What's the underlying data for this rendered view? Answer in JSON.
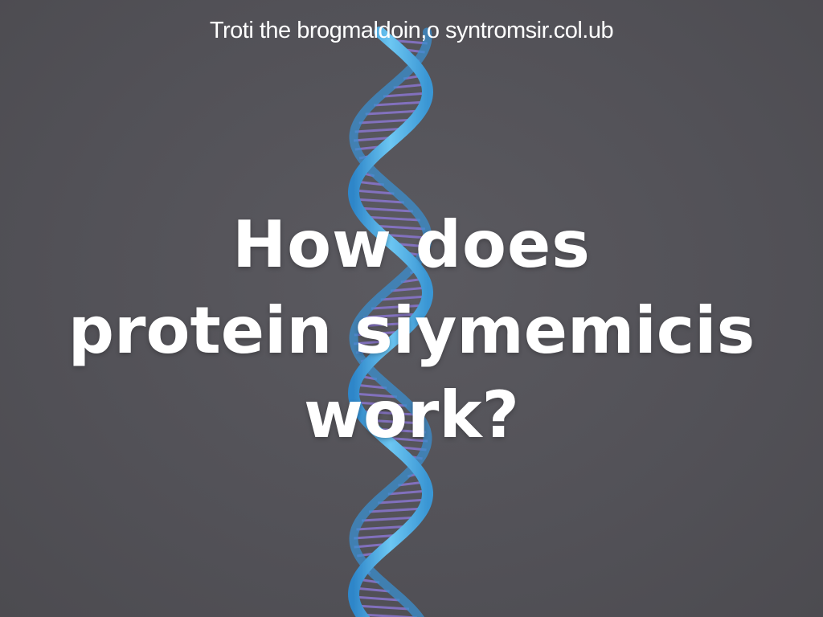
{
  "caption": {
    "text": "Troti the brogmaldoin,o syntromsir.col.ub"
  },
  "headline": {
    "line1": "How does",
    "line2": "protein siymemicis",
    "line3": "work?"
  },
  "illustration": {
    "icon": "dna-double-helix-icon",
    "strand_color": "#4fb3e6",
    "rung_color": "#8a76cf"
  }
}
